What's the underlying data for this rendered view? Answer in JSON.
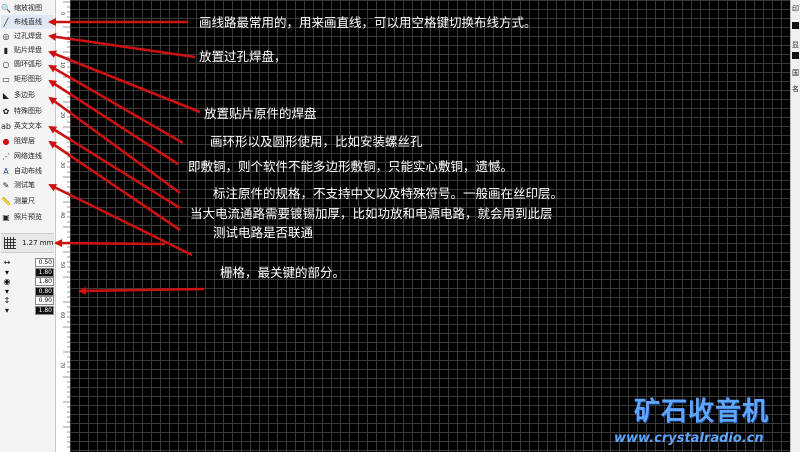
{
  "toolbar": {
    "items": [
      {
        "label": "缩放视图",
        "icon": "magnifier-icon",
        "glyph": "🔍"
      },
      {
        "label": "布线直线",
        "icon": "line-icon",
        "glyph": "╱"
      },
      {
        "label": "过孔焊盘",
        "icon": "via-pad-icon",
        "glyph": "◎"
      },
      {
        "label": "贴片焊盘",
        "icon": "smd-pad-icon",
        "glyph": "▮"
      },
      {
        "label": "圆环弧形",
        "icon": "circle-arc-icon",
        "glyph": "○"
      },
      {
        "label": "矩形图形",
        "icon": "rectangle-icon",
        "glyph": "▭"
      },
      {
        "label": "多边形",
        "icon": "polygon-icon",
        "glyph": "◣"
      },
      {
        "label": "特殊图形",
        "icon": "special-shape-icon",
        "glyph": "✿"
      },
      {
        "label": "英文文本",
        "icon": "text-icon",
        "glyph": "ab"
      },
      {
        "label": "阻焊层",
        "icon": "solder-mask-icon",
        "glyph": "●"
      },
      {
        "label": "网络连线",
        "icon": "netlist-icon",
        "glyph": "⋰"
      },
      {
        "label": "自动布线",
        "icon": "autoroute-icon",
        "glyph": "A"
      },
      {
        "label": "测试笔",
        "icon": "test-pen-icon",
        "glyph": "✎"
      },
      {
        "label": "测量尺",
        "icon": "ruler-icon",
        "glyph": "📏"
      },
      {
        "label": "照片预览",
        "icon": "photo-preview-icon",
        "glyph": "▣"
      }
    ],
    "grid_value": "1.27 mm",
    "numbers": [
      {
        "icon": "track-width-icon",
        "glyph": "↔",
        "value": "0.50",
        "dark": false
      },
      {
        "icon": "track-width-icon-2",
        "glyph": "▾",
        "value": "1.80",
        "dark": true
      },
      {
        "icon": "pad-size-icon",
        "glyph": "◉",
        "value": "1.80",
        "dark": false
      },
      {
        "icon": "pad-hole-icon",
        "glyph": "▾",
        "value": "0.80",
        "dark": true
      },
      {
        "icon": "smd-size-icon",
        "glyph": "↕",
        "value": "0.90",
        "dark": false
      },
      {
        "icon": "smd-size-icon-2",
        "glyph": "▾",
        "value": "1.80",
        "dark": true
      }
    ]
  },
  "ruler": {
    "labels": [
      "0",
      "10",
      "20",
      "30",
      "40",
      "50",
      "60",
      "70"
    ]
  },
  "right_panel": {
    "labels": [
      "印",
      "显",
      "国",
      "名"
    ]
  },
  "annotations": [
    {
      "text": "画线路最常用的，用来画直线，可以用空格键切换布线方式。"
    },
    {
      "text": "放置过孔焊盘，"
    },
    {
      "text": "放置贴片原件的焊盘"
    },
    {
      "text": "画环形以及圆形使用，比如安装螺丝孔"
    },
    {
      "text": "即敷铜，则个软件不能多边形敷铜，只能实心敷铜，遗憾。"
    },
    {
      "text": "标注原件的规格，不支持中文以及特殊符号。一般画在丝印层。"
    },
    {
      "text": "当大电流通路需要镀锡加厚，比如功放和电源电路，就会用到此层"
    },
    {
      "text": "测试电路是否联通"
    },
    {
      "text": "栅格，最关键的部分。"
    }
  ],
  "watermark": {
    "logo": "矿石收音机",
    "url": "www.crystalradio.cn"
  },
  "colors": {
    "arrow": "#cc1111",
    "canvas_bg": "#000000",
    "grid_line": "#3a3a3a",
    "watermark": "#5fa6ff"
  }
}
